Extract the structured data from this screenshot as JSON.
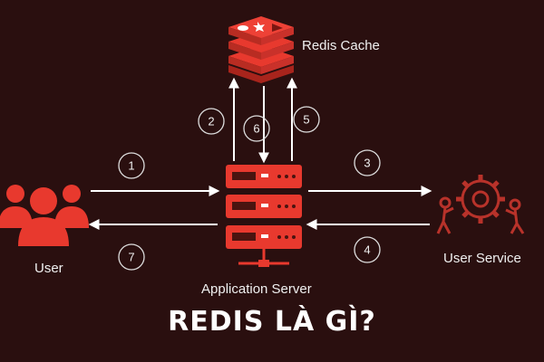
{
  "labels": {
    "cache": "Redis Cache",
    "user": "User",
    "server": "Application Server",
    "service": "User Service",
    "title": "REDIS LÀ GÌ?"
  },
  "steps": [
    "1",
    "2",
    "3",
    "4",
    "5",
    "6",
    "7"
  ],
  "icons": {
    "cache": "redis-logo-icon",
    "user": "users-group-icon",
    "server": "server-rack-icon",
    "service": "gears-workers-icon"
  },
  "colors": {
    "background": "#2a0f0f",
    "accent": "#e8392e",
    "service_icon": "#b8322a",
    "arrow": "#ffffff"
  }
}
